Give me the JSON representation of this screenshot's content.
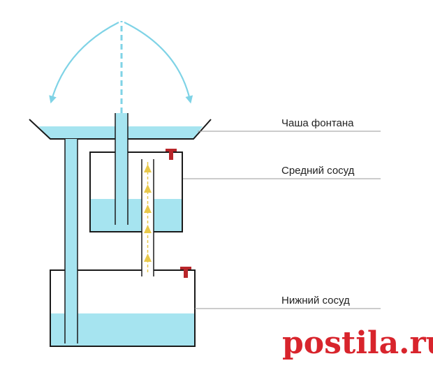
{
  "labels": {
    "bowl": "Чаша фонтана",
    "middle": "Средний сосуд",
    "lower": "Нижний сосуд"
  },
  "watermark": {
    "text": "postila.ru"
  },
  "colors": {
    "water": "#a6e4f0",
    "pipe": "#a6e4f0",
    "outline": "#1a1a1a",
    "spray": "#7fd3e6",
    "valve": "#b8262a",
    "arrow": "#e8c84a",
    "leader": "#9a9a9a",
    "watermark": "#d8242c"
  }
}
